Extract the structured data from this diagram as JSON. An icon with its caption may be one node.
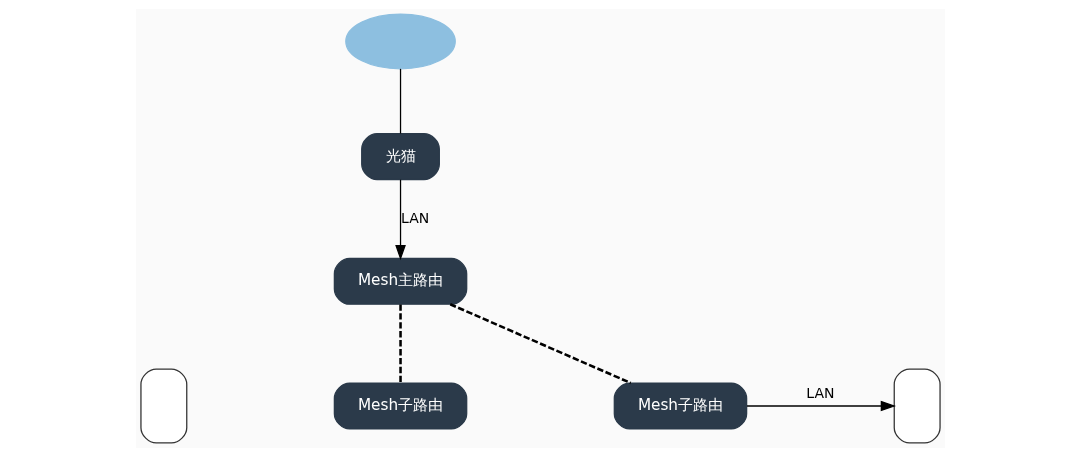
{
  "diagram": {
    "nodes": [
      {
        "text": [],
        "shape": "cloud"
      },
      {
        "text": [
          "光猫"
        ]
      },
      {
        "text": [
          "Mesh主路由"
        ]
      },
      {
        "text": [],
        "shape": "box"
      },
      {
        "text": [
          "Mesh子路由"
        ]
      },
      {
        "text": [
          "Mesh子路由"
        ]
      },
      {
        "text": [],
        "shape": "box"
      }
    ],
    "edges": [
      {
        "from": 0,
        "to": 1,
        "arrow": "none"
      },
      {
        "from": 1,
        "to": 2,
        "arrow": "to",
        "label": "LAN"
      },
      {
        "from": 2,
        "to": 4,
        "arrow": "none",
        "style": "dashed"
      },
      {
        "from": 2,
        "to": 5,
        "arrow": "none",
        "style": "dashed"
      },
      {
        "from": 5,
        "to": 6,
        "arrow": "to",
        "label": "LAN"
      }
    ]
  }
}
